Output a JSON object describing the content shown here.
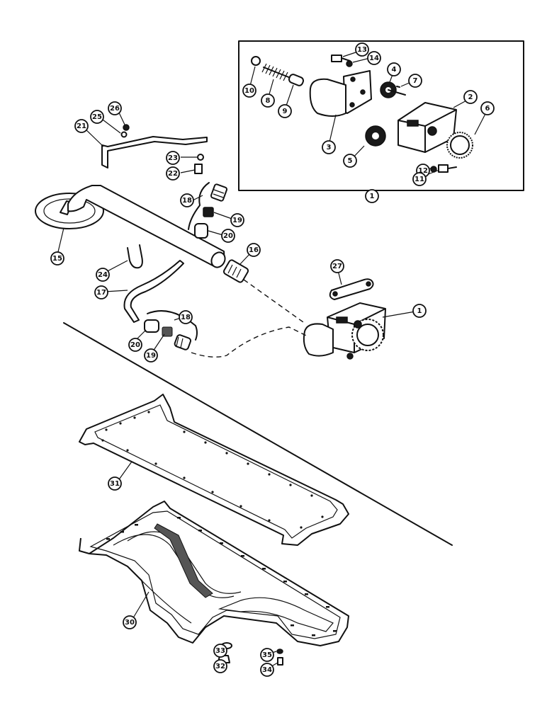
{
  "callouts": [
    {
      "n": "13"
    },
    {
      "n": "14"
    },
    {
      "n": "4"
    },
    {
      "n": "7"
    },
    {
      "n": "2"
    },
    {
      "n": "6"
    },
    {
      "n": "10"
    },
    {
      "n": "8"
    },
    {
      "n": "9"
    },
    {
      "n": "3"
    },
    {
      "n": "5"
    },
    {
      "n": "12"
    },
    {
      "n": "11"
    },
    {
      "n": "1"
    },
    {
      "n": "26"
    },
    {
      "n": "25"
    },
    {
      "n": "21"
    },
    {
      "n": "23"
    },
    {
      "n": "22"
    },
    {
      "n": "18"
    },
    {
      "n": "19"
    },
    {
      "n": "20"
    },
    {
      "n": "15"
    },
    {
      "n": "16"
    },
    {
      "n": "24"
    },
    {
      "n": "17"
    },
    {
      "n": "27"
    },
    {
      "n": "1"
    },
    {
      "n": "18"
    },
    {
      "n": "20"
    },
    {
      "n": "19"
    },
    {
      "n": "31"
    },
    {
      "n": "30"
    },
    {
      "n": "33"
    },
    {
      "n": "32"
    },
    {
      "n": "35"
    },
    {
      "n": "34"
    }
  ]
}
